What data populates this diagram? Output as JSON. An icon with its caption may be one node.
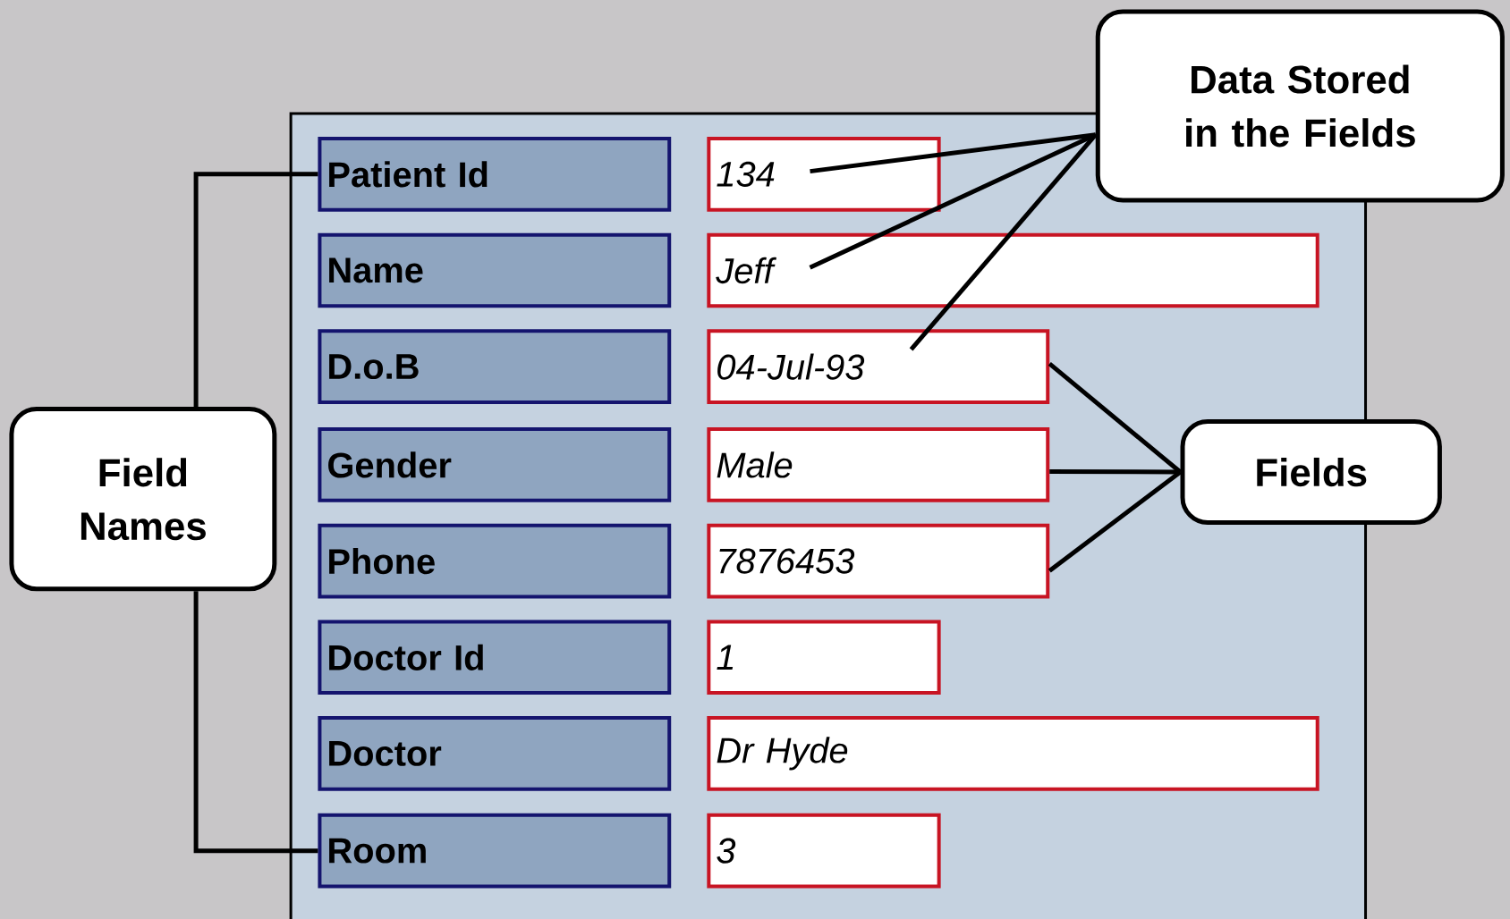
{
  "diagram": {
    "nodes": [
      {
        "text": [
          "Data Stored in the Fields"
        ]
      },
      {
        "text": [
          "Field Names"
        ]
      },
      {
        "text": [
          "Fields"
        ]
      },
      {
        "text": [
          "Patient Id"
        ]
      },
      {
        "text": [
          "134"
        ]
      },
      {
        "text": [
          "Name"
        ]
      },
      {
        "text": [
          "Jeff"
        ]
      },
      {
        "text": [
          "D.o.B"
        ]
      },
      {
        "text": [
          "04-Jul-93"
        ]
      },
      {
        "text": [
          "Gender"
        ]
      },
      {
        "text": [
          "Male"
        ]
      },
      {
        "text": [
          "Phone"
        ]
      },
      {
        "text": [
          "7876453"
        ]
      },
      {
        "text": [
          "Doctor Id"
        ]
      },
      {
        "text": [
          "1"
        ]
      },
      {
        "text": [
          "Doctor"
        ]
      },
      {
        "text": [
          "Dr Hyde"
        ]
      },
      {
        "text": [
          "Room"
        ]
      },
      {
        "text": [
          "3"
        ]
      }
    ],
    "edges": [
      {
        "from": 0,
        "to": 4,
        "arrow": "none"
      },
      {
        "from": 0,
        "to": 6,
        "arrow": "none"
      },
      {
        "from": 0,
        "to": 8,
        "arrow": "none"
      },
      {
        "from": 2,
        "to": 8,
        "arrow": "none"
      },
      {
        "from": 2,
        "to": 10,
        "arrow": "none"
      },
      {
        "from": 2,
        "to": 12,
        "arrow": "none"
      },
      {
        "from": 1,
        "to": 3,
        "arrow": "none"
      },
      {
        "from": 1,
        "to": 17,
        "arrow": "none"
      }
    ]
  }
}
